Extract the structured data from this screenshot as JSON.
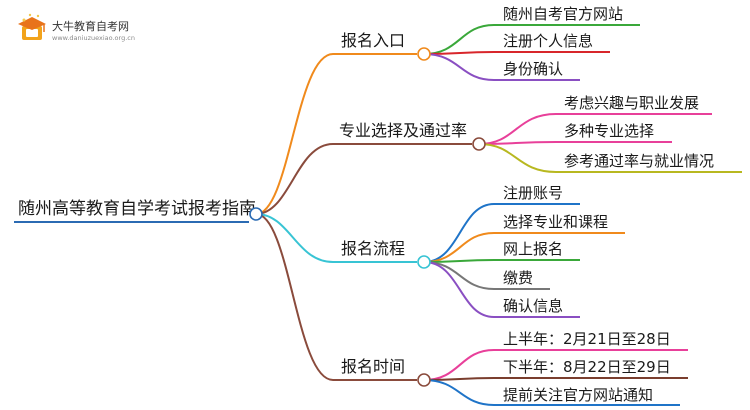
{
  "logo": {
    "title": "大牛教育自考网",
    "url": "www.daniuzuexiao.org.cn"
  },
  "colors": {
    "root_line": "#2b6bb3",
    "branch_1": "#f08a1c",
    "branch_2": "#8a4b3c",
    "branch_3": "#38c4d4",
    "branch_4": "#8a4b3c",
    "green": "#3aa83a",
    "red": "#d8262b",
    "purple": "#8a4fc2",
    "pink": "#e8409a",
    "olive": "#b8b820",
    "blue": "#1f74c8",
    "orange": "#f08a1c",
    "gray": "#777777",
    "brown": "#7a3e2e"
  },
  "mindmap": {
    "root": "随州高等教育自学考试报考指南",
    "branches": [
      {
        "label": "报名入口",
        "children": [
          "随州自考官方网站",
          "注册个人信息",
          "身份确认"
        ]
      },
      {
        "label": "专业选择及通过率",
        "children": [
          "考虑兴趣与职业发展",
          "多种专业选择",
          "参考通过率与就业情况"
        ]
      },
      {
        "label": "报名流程",
        "children": [
          "注册账号",
          "选择专业和课程",
          "网上报名",
          "缴费",
          "确认信息"
        ]
      },
      {
        "label": "报名时间",
        "children": [
          "上半年：2月21日至28日",
          "下半年：8月22日至29日",
          "提前关注官方网站通知"
        ]
      }
    ]
  }
}
